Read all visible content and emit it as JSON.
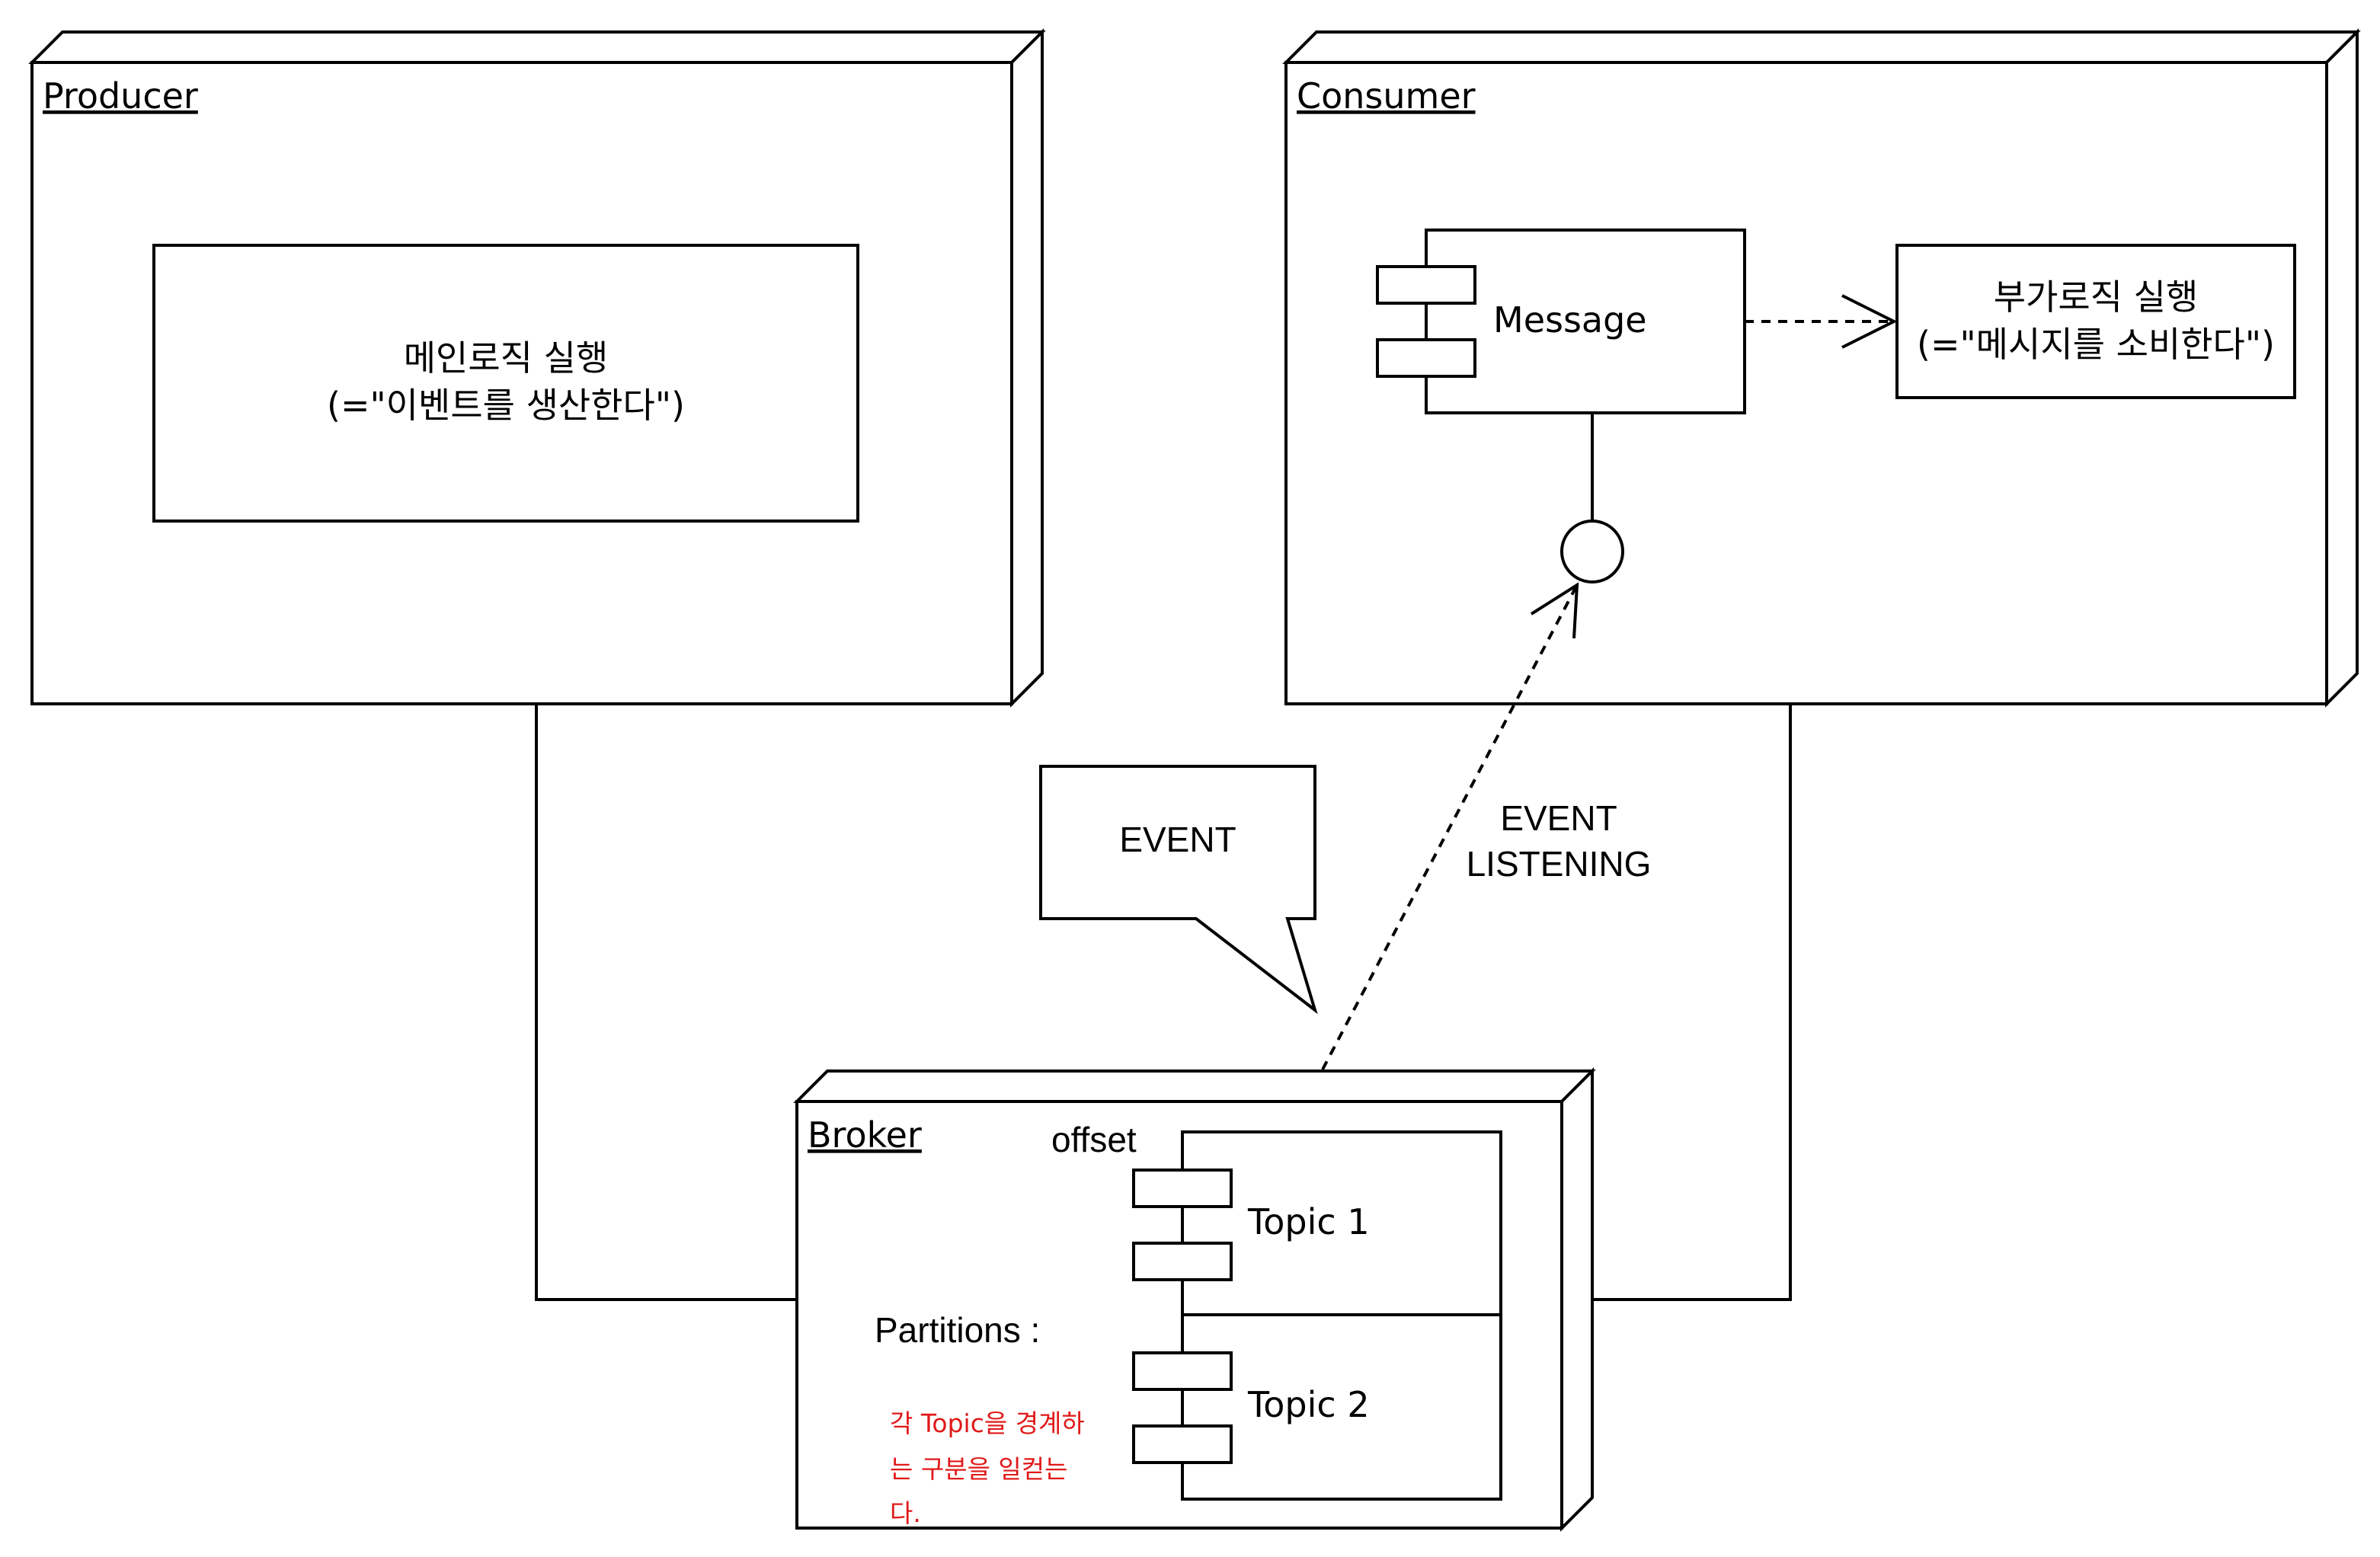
{
  "nodes": {
    "producer": {
      "title": "Producer",
      "box_line1": "메인로직 실행",
      "box_line2": "(=\"이벤트를 생산한다\")"
    },
    "consumer": {
      "title": "Consumer",
      "component": "Message",
      "box_line1": "부가로직 실행",
      "box_line2": "(=\"메시지를 소비한다\")"
    },
    "broker": {
      "title": "Broker",
      "offset_label": "offset",
      "topics": [
        "Topic 1",
        "Topic 2"
      ],
      "partitions_label": "Partitions :",
      "note_lines": [
        "각 Topic을 경계하",
        "는 구분을 일컫는",
        "다."
      ]
    }
  },
  "callout": {
    "text": "EVENT"
  },
  "edge_label": {
    "line1": "EVENT",
    "line2": "LISTENING"
  },
  "colors": {
    "stroke": "#000000",
    "note": "#e01919",
    "background": "#ffffff"
  }
}
